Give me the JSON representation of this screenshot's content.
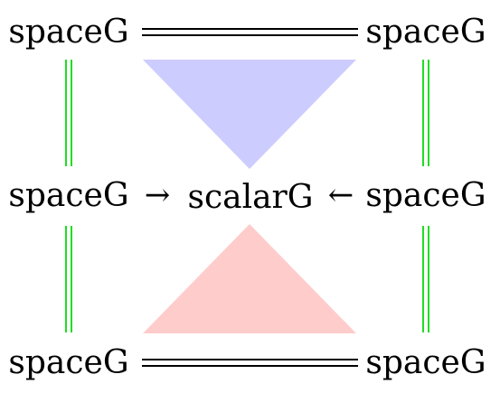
{
  "colors": {
    "background": "#ffffff",
    "text": "#000000",
    "equality_green": "#22dd22",
    "equality_black": "#000000",
    "triangle_top": "#ccccff",
    "triangle_bottom": "#ffcccc"
  },
  "nodes": {
    "top_left": "spaceG",
    "top_right": "spaceG",
    "mid_left": "spaceG",
    "mid_center": "scalarG",
    "mid_right": "spaceG",
    "bottom_left": "spaceG",
    "bottom_right": "spaceG"
  },
  "arrows": {
    "mid_left_to_center": "→",
    "mid_right_to_center": "←"
  },
  "edges": [
    {
      "from": "top_left",
      "to": "top_right",
      "style": "double-line"
    },
    {
      "from": "bottom_left",
      "to": "bottom_right",
      "style": "double-line"
    },
    {
      "from": "top_left",
      "to": "mid_left",
      "style": "double-line"
    },
    {
      "from": "mid_left",
      "to": "bottom_left",
      "style": "double-line"
    },
    {
      "from": "top_right",
      "to": "mid_right",
      "style": "double-line"
    },
    {
      "from": "mid_right",
      "to": "bottom_right",
      "style": "double-line"
    },
    {
      "from": "mid_left",
      "to": "mid_center",
      "style": "arrow"
    },
    {
      "from": "mid_right",
      "to": "mid_center",
      "style": "arrow"
    }
  ],
  "cells": [
    {
      "name": "top-cell",
      "fill": "triangle_top"
    },
    {
      "name": "bottom-cell",
      "fill": "triangle_bottom"
    }
  ]
}
